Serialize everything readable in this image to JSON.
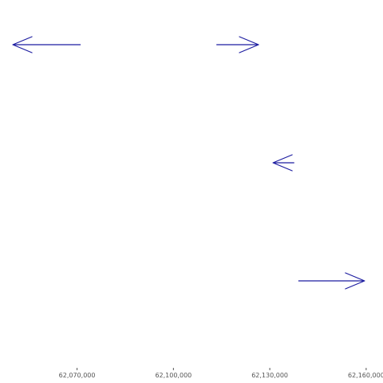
{
  "colors": {
    "feature": "#1c1ca0",
    "axis": "#555555"
  },
  "axis": {
    "domain": [
      62048000,
      62164000
    ],
    "ticks": [
      {
        "value": 62070000,
        "label": "62,070,000"
      },
      {
        "value": 62100000,
        "label": "62,100,000"
      },
      {
        "value": 62130000,
        "label": "62,130,000"
      },
      {
        "value": 62160000,
        "label": "62,160,000"
      }
    ]
  },
  "features": [
    {
      "start": 62050000,
      "end": 62071000,
      "strand": "-",
      "row": 0
    },
    {
      "start": 62113500,
      "end": 62126500,
      "strand": "+",
      "row": 0
    },
    {
      "start": 62131000,
      "end": 62137500,
      "strand": "-",
      "row": 1
    },
    {
      "start": 62139000,
      "end": 62159500,
      "strand": "+",
      "row": 2
    }
  ]
}
